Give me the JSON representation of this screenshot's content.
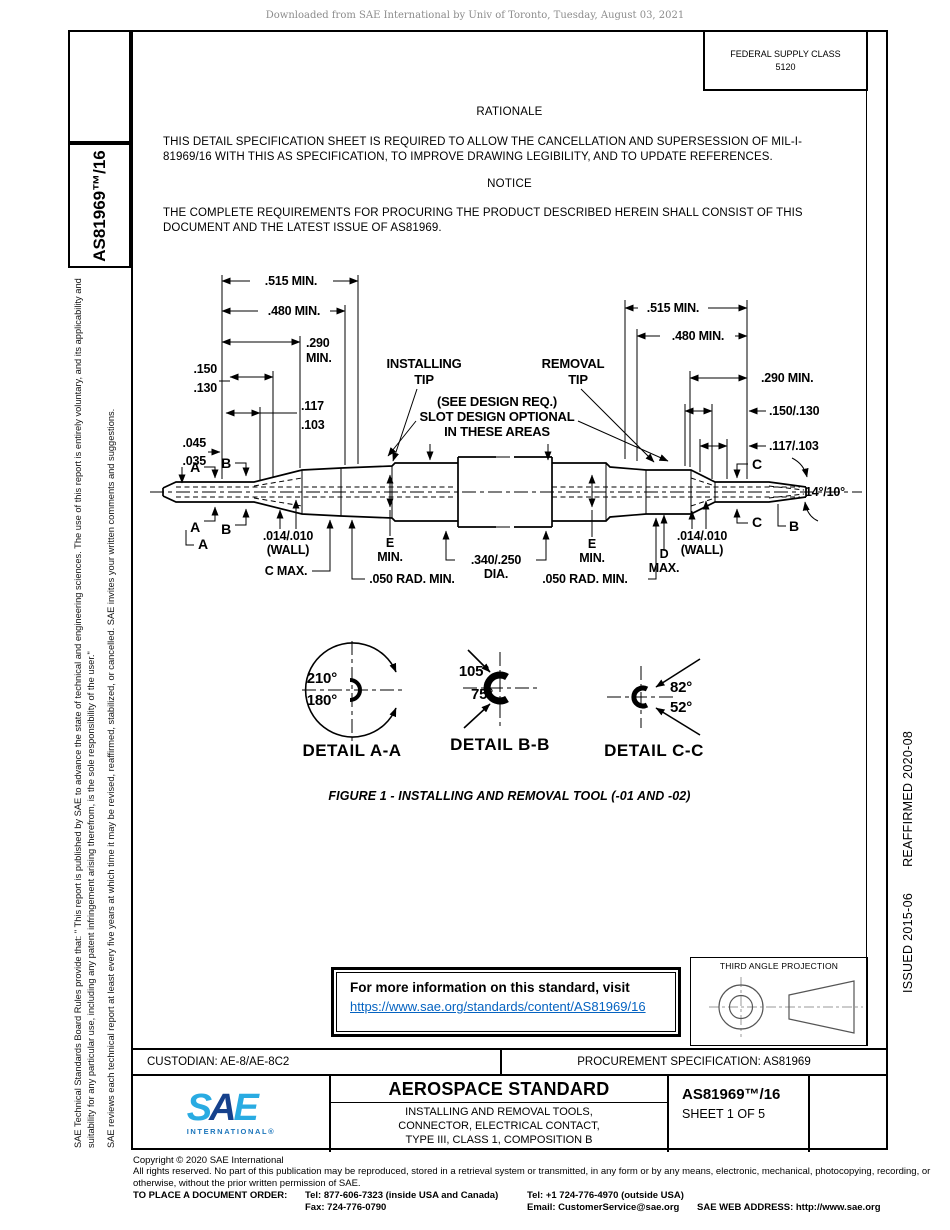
{
  "page": {
    "watermark": "Downloaded from SAE International by Univ of Toronto, Tuesday, August 03, 2021"
  },
  "header": {
    "fsc_line1": "FEDERAL SUPPLY CLASS",
    "fsc_line2": "5120"
  },
  "sidebar_left": {
    "doc_number": "AS81969™/16",
    "boilerplate_1": "SAE Technical Standards Board Rules provide that: \" This report is published by SAE to advance the state of technical and engineering sciences. The use of this report is entirely voluntary, and its applicability and suitability for any particular use, including any patent infringement arising therefrom, is the sole responsibility of the user.\"",
    "boilerplate_2": "SAE reviews each technical report at least every five years at which time it may be revised, reaffirmed, stabilized, or cancelled. SAE invites your written comments and suggestions."
  },
  "sidebar_right": {
    "issued": "ISSUED 2015-06",
    "reaffirmed": "REAFFIRMED 2020-08"
  },
  "rationale": {
    "heading": "RATIONALE",
    "body": "THIS DETAIL SPECIFICATION SHEET IS REQUIRED TO ALLOW THE CANCELLATION AND SUPERSESSION OF MIL-I-81969/16 WITH THIS AS SPECIFICATION, TO IMPROVE DRAWING LEGIBILITY, AND TO UPDATE REFERENCES."
  },
  "notice": {
    "heading": "NOTICE",
    "body": "THE COMPLETE REQUIREMENTS FOR PROCURING THE PRODUCT DESCRIBED HEREIN SHALL CONSIST OF THIS DOCUMENT AND THE LATEST ISSUE OF AS81969."
  },
  "drawing": {
    "left_dims": {
      "d515": ".515 MIN.",
      "d480": ".480 MIN.",
      "d290": ".290",
      "d290b": "MIN.",
      "d150": ".150",
      "d130": ".130",
      "d117": ".117",
      "d103": ".103",
      "d045": ".045",
      "d035": ".035"
    },
    "right_dims": {
      "d515": ".515 MIN.",
      "d480": ".480 MIN.",
      "d290": ".290 MIN.",
      "d150130": ".150/.130",
      "d117103": ".117/.103",
      "angle": "14°/10°"
    },
    "callouts": {
      "installing1": "INSTALLING",
      "installing2": "TIP",
      "removal1": "REMOVAL",
      "removal2": "TIP",
      "see_req": "(SEE DESIGN REQ.)",
      "slot_opt": "SLOT DESIGN OPTIONAL",
      "in_areas": "IN THESE AREAS"
    },
    "bottom_dims": {
      "wall1": ".014/.010",
      "wall2": "(WALL)",
      "cmax": "C MAX.",
      "e": "E",
      "emin": "MIN.",
      "dia1": ".340/.250",
      "dia2": "DIA.",
      "rad": ".050 RAD. MIN.",
      "d": "D",
      "dmax": "MAX."
    },
    "markers": {
      "a": "A",
      "b": "B",
      "c": "C"
    },
    "details": {
      "a1": "210°",
      "a2": "180°",
      "a_label": "DETAIL A-A",
      "b1": "105°",
      "b2": "75°",
      "b_label": "DETAIL B-B",
      "c1": "82°",
      "c2": "52°",
      "c_label": "DETAIL C-C"
    },
    "caption": "FIGURE 1 - INSTALLING AND REMOVAL TOOL (-01 AND -02)"
  },
  "info_box": {
    "line1": "For more information on this standard, visit",
    "link": "https://www.sae.org/standards/content/AS81969/16"
  },
  "projection": {
    "label": "THIRD ANGLE PROJECTION"
  },
  "bars": {
    "custodian": "CUSTODIAN: AE-8/AE-8C2",
    "procurement": "PROCUREMENT SPECIFICATION: AS81969"
  },
  "title_block": {
    "logo": {
      "s": "S",
      "a": "A",
      "e": "E",
      "sub": "INTERNATIONAL®"
    },
    "title": "AEROSPACE STANDARD",
    "subtitle_1": "INSTALLING AND REMOVAL TOOLS,",
    "subtitle_2": "CONNECTOR, ELECTRICAL CONTACT,",
    "subtitle_3": "TYPE III, CLASS 1, COMPOSITION B",
    "doc_number": "AS81969™/16",
    "sheet": "SHEET 1 OF 5"
  },
  "footer": {
    "copyright": "Copyright © 2020 SAE International",
    "rights": "All rights reserved. No part of this publication may be reproduced, stored in a retrieval system or transmitted, in any form or by any means, electronic, mechanical, photocopying, recording, or otherwise, without the prior written permission of SAE.",
    "order_label": "TO PLACE A DOCUMENT ORDER:",
    "tel_inside": "Tel: 877-606-7323 (inside USA and Canada)",
    "tel_outside": "Tel: +1 724-776-4970 (outside USA)",
    "fax": "Fax: 724-776-0790",
    "email": "Email: CustomerService@sae.org",
    "web": "SAE WEB ADDRESS: http://www.sae.org"
  },
  "colors": {
    "link_blue": "#0563C1",
    "logo_light_blue": "#29ABE2",
    "logo_dark_blue": "#16418C",
    "watermark_gray": "#8C8C8C"
  }
}
